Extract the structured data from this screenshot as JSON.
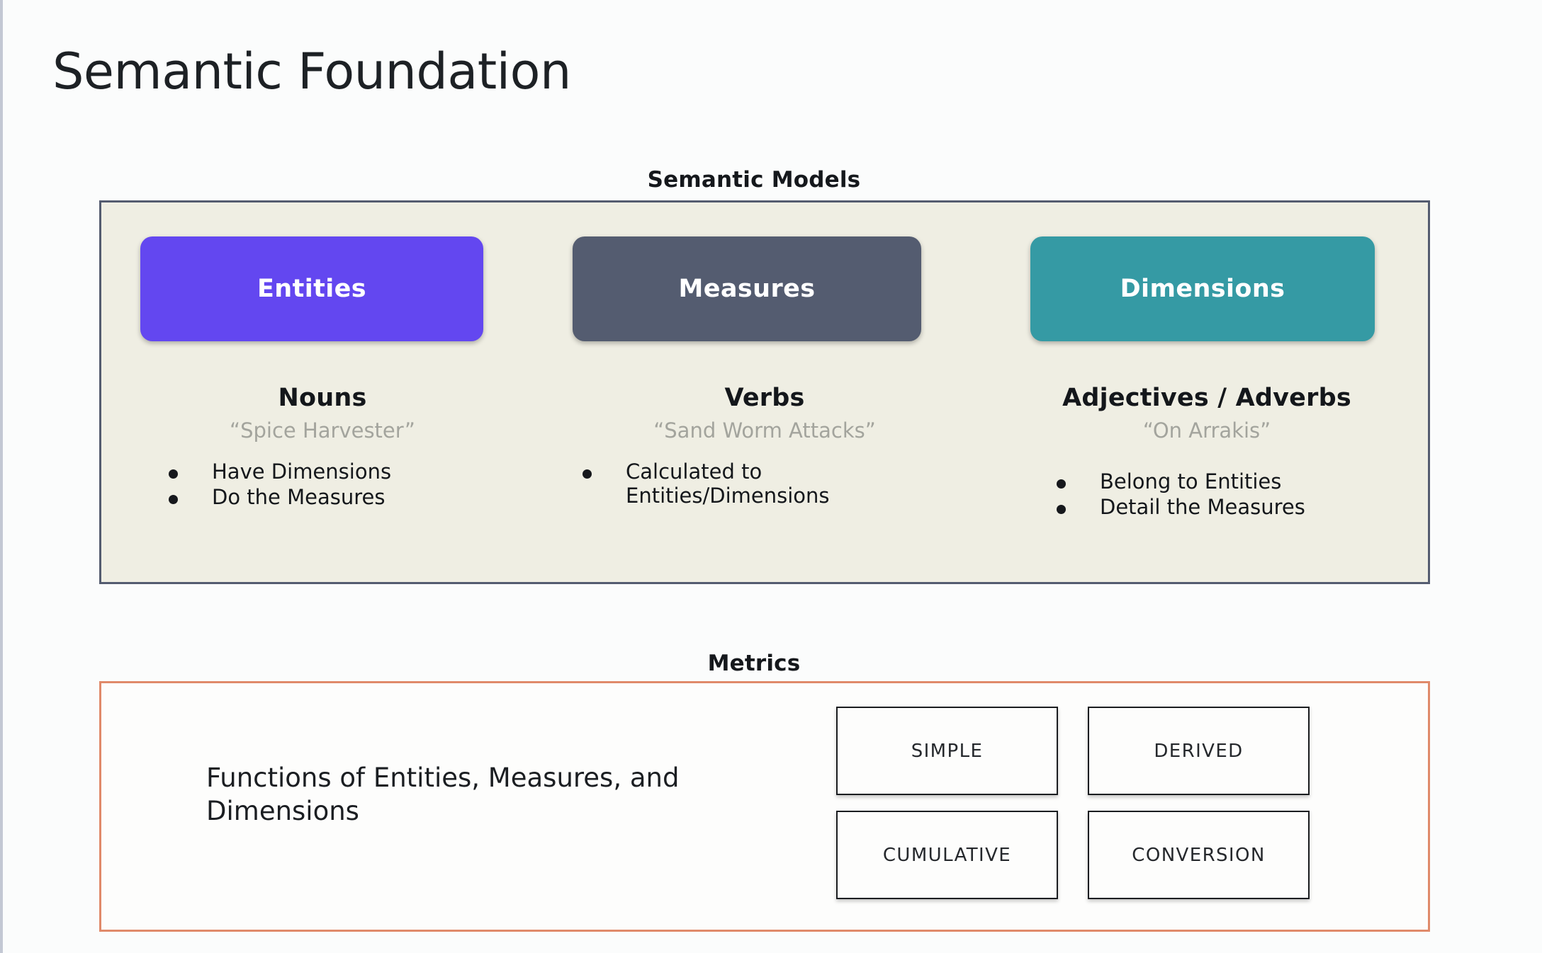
{
  "page": {
    "title": "Semantic Foundation",
    "background_color": "#fbfcfc"
  },
  "semantic_models": {
    "heading": "Semantic Models",
    "panel_bg": "#efeee3",
    "panel_border": "#545c70",
    "columns": [
      {
        "chip_label": "Entities",
        "chip_color": "#6347f0",
        "part_of_speech": "Nouns",
        "example": "“Spice Harvester”",
        "bullets": [
          "Have Dimensions",
          "Do the Measures"
        ]
      },
      {
        "chip_label": "Measures",
        "chip_color": "#545c70",
        "part_of_speech": "Verbs",
        "example": "“Sand Worm Attacks”",
        "bullets": [
          "Calculated to Entities/Dimensions"
        ]
      },
      {
        "chip_label": "Dimensions",
        "chip_color": "#359aa4",
        "part_of_speech": "Adjectives / Adverbs",
        "example": "“On Arrakis”",
        "bullets": [
          "Belong to Entities",
          "Detail the Measures"
        ]
      }
    ]
  },
  "metrics": {
    "heading": "Metrics",
    "panel_border": "#e08a6a",
    "description": "Functions of Entities, Measures, and Dimensions",
    "types": [
      "SIMPLE",
      "DERIVED",
      "CUMULATIVE",
      "CONVERSION"
    ]
  }
}
